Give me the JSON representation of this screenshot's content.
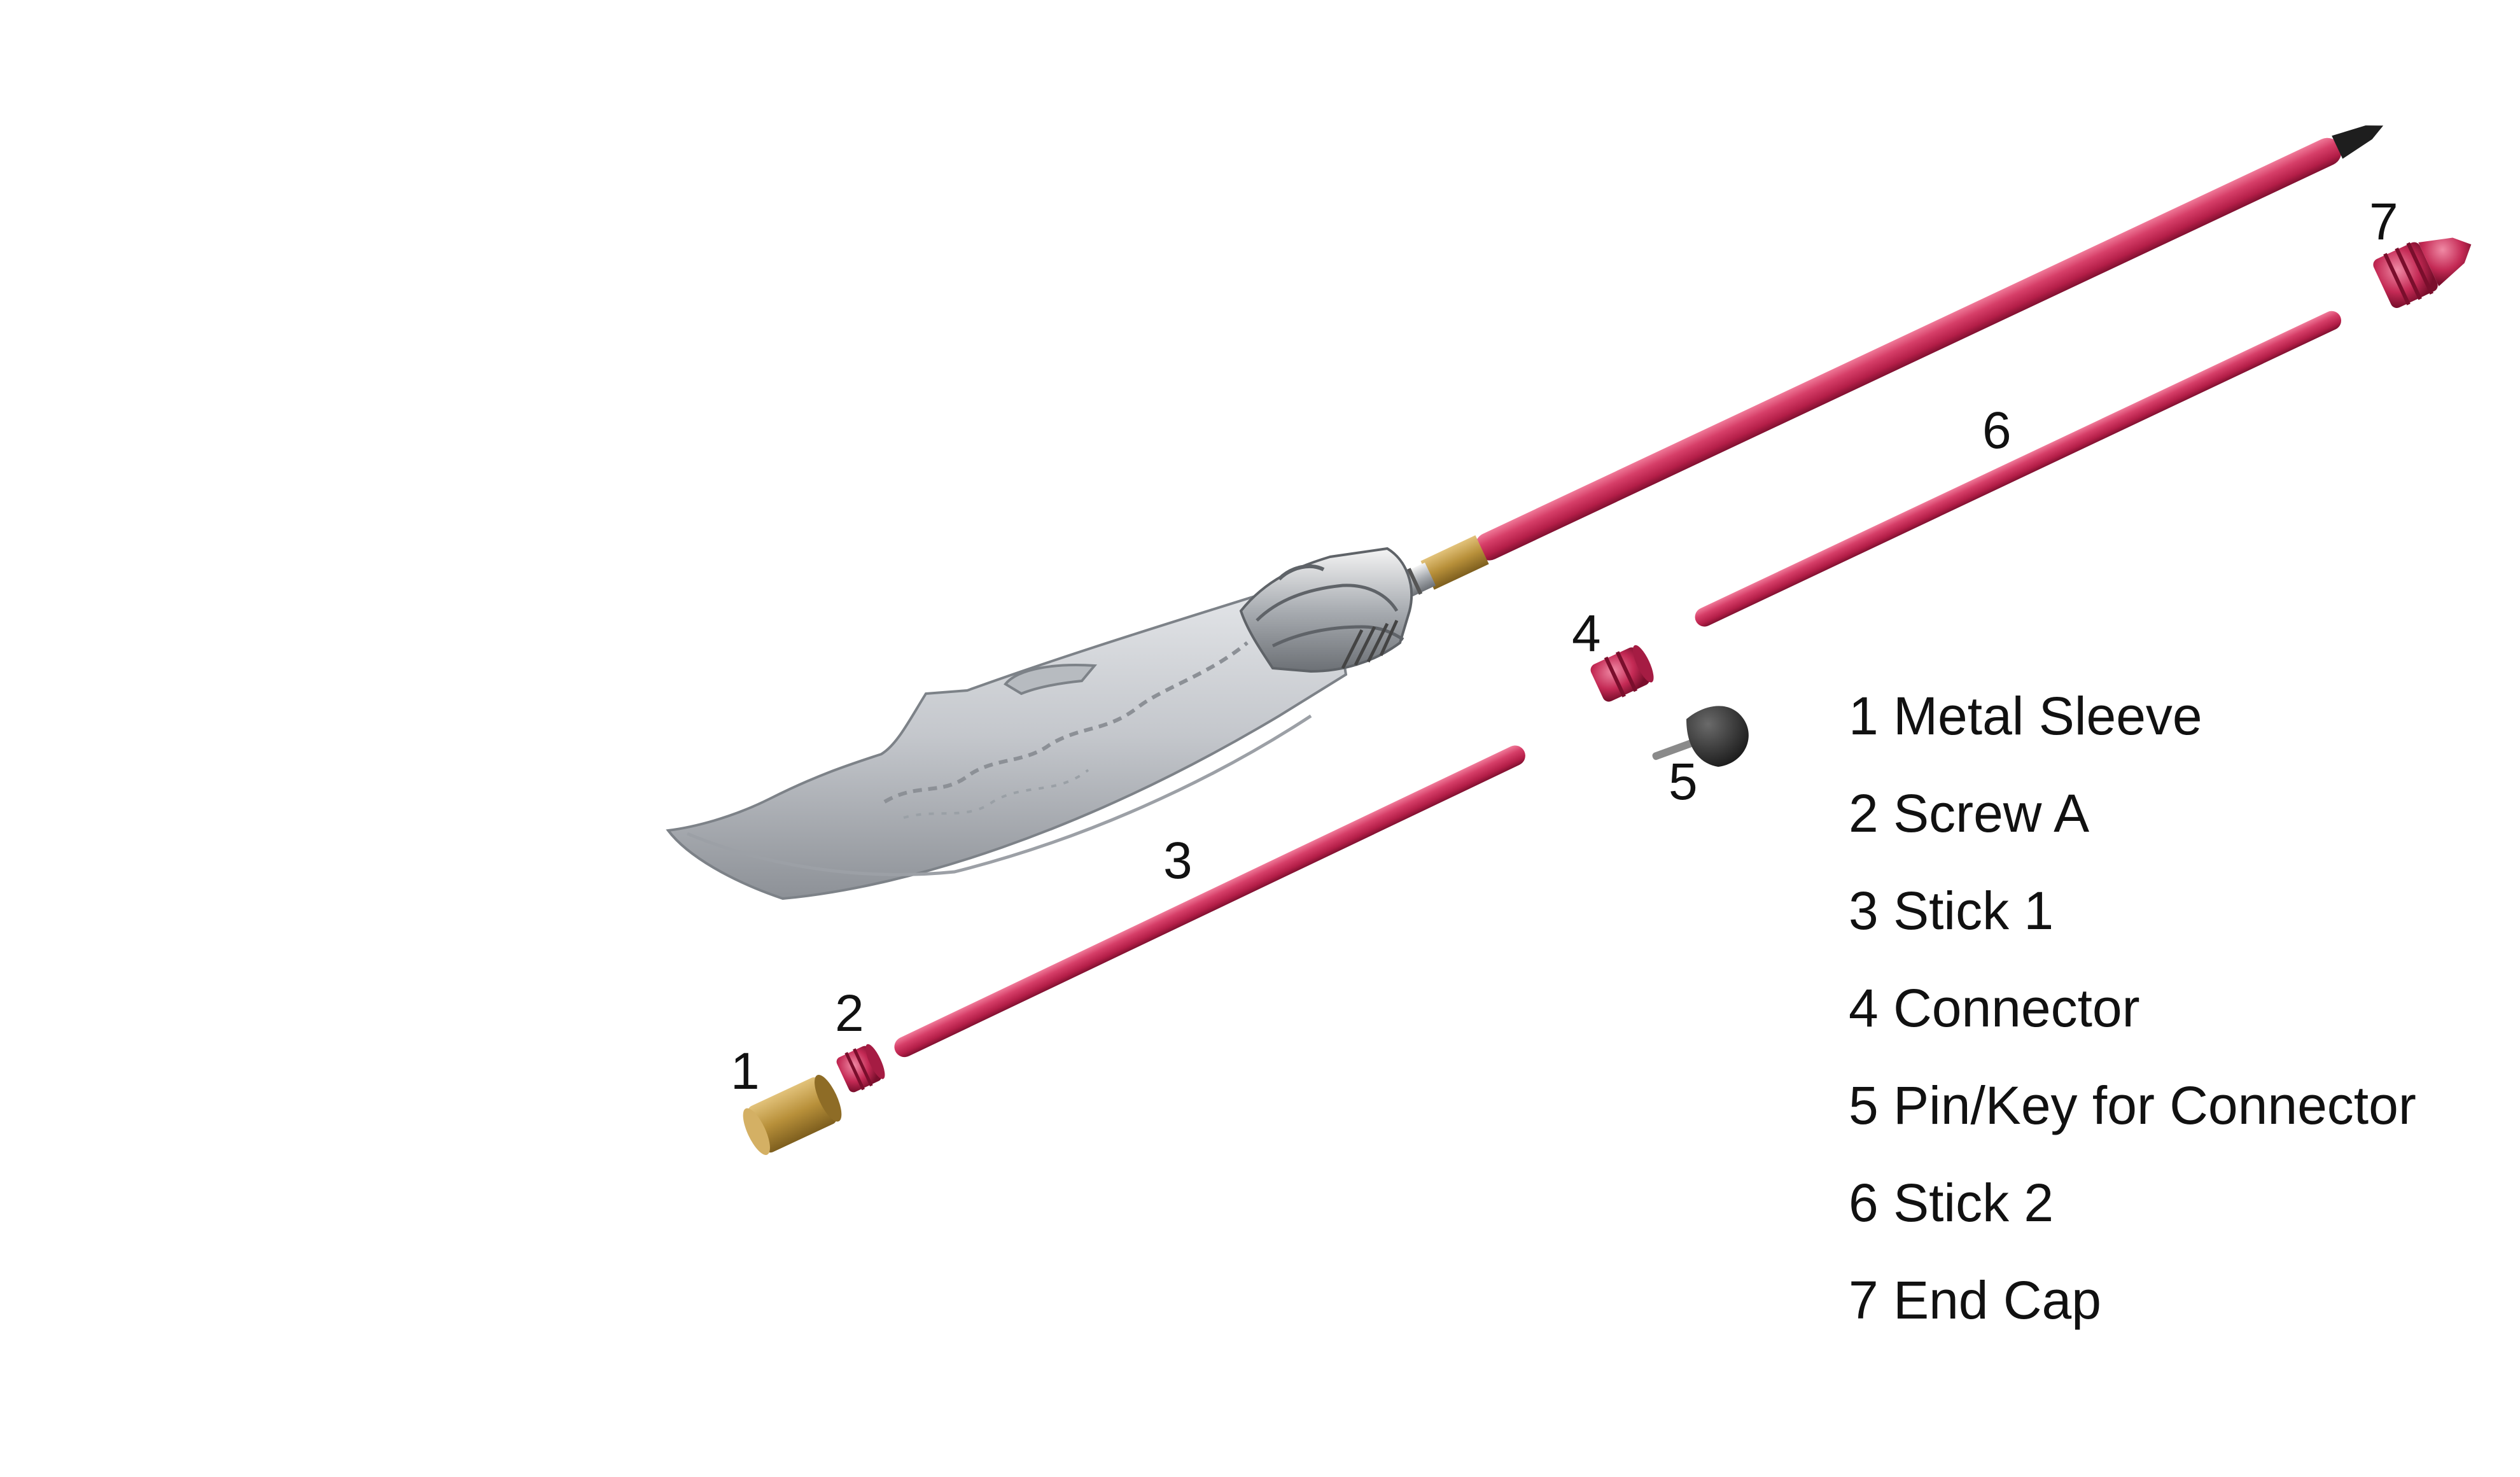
{
  "legend": [
    {
      "num": "1",
      "label": "Metal Sleeve"
    },
    {
      "num": "2",
      "label": "Screw A"
    },
    {
      "num": "3",
      "label": "Stick 1"
    },
    {
      "num": "4",
      "label": "Connector"
    },
    {
      "num": "5",
      "label": "Pin/Key for Connector"
    },
    {
      "num": "6",
      "label": "Stick 2"
    },
    {
      "num": "7",
      "label": "End Cap"
    }
  ],
  "callouts": {
    "c1": "1",
    "c2": "2",
    "c3": "3",
    "c4": "4",
    "c5": "5",
    "c6": "6",
    "c7": "7"
  },
  "colors": {
    "pole": "#c72a55",
    "pole_light": "#f07a99",
    "pole_dark": "#8f1436",
    "brass": "#b8903a",
    "blade": "#c9ccd0",
    "blade_dark": "#8a8e94",
    "pin": "#2a2a2a"
  },
  "icons": [
    "guandao-assembled",
    "metal-sleeve",
    "screw-a",
    "stick-1",
    "connector",
    "pin-key",
    "stick-2",
    "end-cap"
  ]
}
